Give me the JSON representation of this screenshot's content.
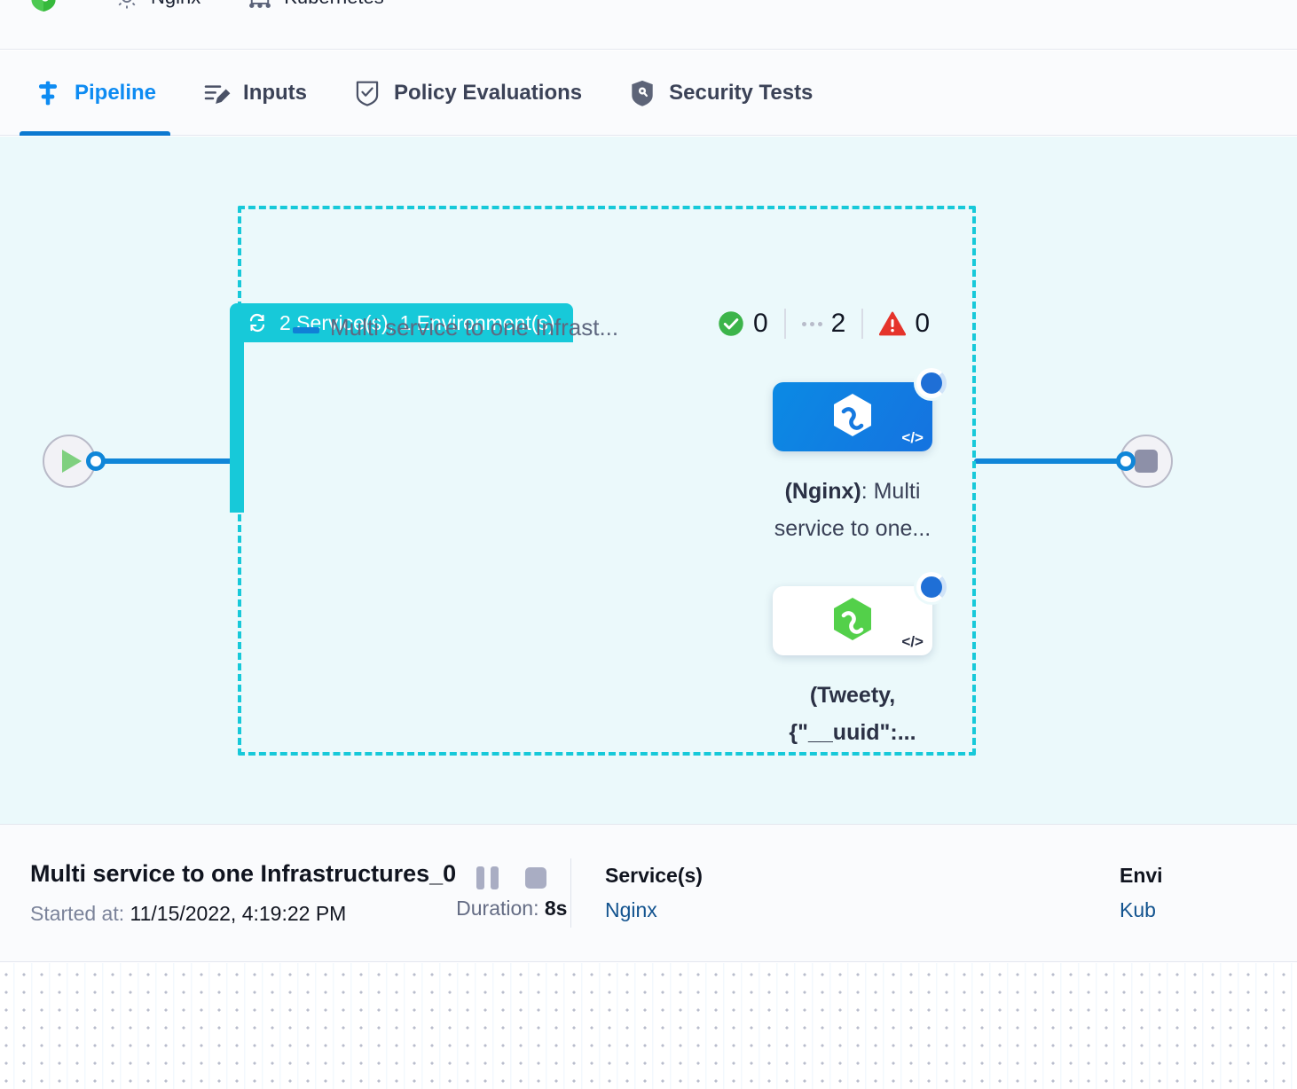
{
  "breadcrumb": {
    "items": [
      {
        "label": "",
        "icon": "harness-shield-icon"
      },
      {
        "label": "Nginx",
        "icon": "gear-icon"
      },
      {
        "label": "Kubernetes",
        "icon": "infrastructure-icon"
      }
    ]
  },
  "tabs": [
    {
      "label": "Pipeline",
      "icon": "pipeline-icon",
      "active": true
    },
    {
      "label": "Inputs",
      "icon": "inputs-icon",
      "active": false
    },
    {
      "label": "Policy Evaluations",
      "icon": "policy-shield-check-icon",
      "active": false
    },
    {
      "label": "Security Tests",
      "icon": "security-shield-icon",
      "active": false
    }
  ],
  "canvas": {
    "start_node": {
      "name": "start-node",
      "icon": "play-icon"
    },
    "end_node": {
      "name": "end-node",
      "icon": "stop-icon"
    },
    "group": {
      "badge_label": "2 Service(s), 1 Environment(s)",
      "badge_icon": "loop-icon",
      "badge_color": "#17C9D9",
      "border_color": "#17C9D9",
      "title": "Multi service to one Infrast...",
      "collapse_icon": "minus-icon",
      "counters": [
        {
          "icon": "success-check-icon",
          "value": "0",
          "color": "#3CB44A"
        },
        {
          "icon": "pending-dots-icon",
          "value": "2",
          "color": "#B8BCCA"
        },
        {
          "icon": "failure-warning-icon",
          "value": "0",
          "color": "#E5342B"
        }
      ],
      "nodes": [
        {
          "label_prefix": "(Nginx)",
          "label_rest": ": Multi",
          "label_line2": "service to one...",
          "icon": "harness-hexagon-icon",
          "code_badge": "</>",
          "status": "running",
          "style": "blue"
        },
        {
          "label_line1": "(Tweety,",
          "label_line2": "{\"__uuid\":...",
          "icon": "harness-hexagon-icon",
          "code_badge": "</>",
          "status": "running",
          "style": "white"
        }
      ]
    }
  },
  "details": {
    "title": "Multi service to one Infrastructures_0",
    "started_label": "Started at:",
    "started_value": "11/15/2022, 4:19:22 PM",
    "pause_icon": "pause-icon",
    "stop_icon": "stop-icon",
    "duration_label": "Duration:",
    "duration_value": "8s",
    "columns": [
      {
        "header": "Service(s)",
        "value": "Nginx"
      },
      {
        "header": "Envi",
        "value": "Kub"
      }
    ]
  }
}
